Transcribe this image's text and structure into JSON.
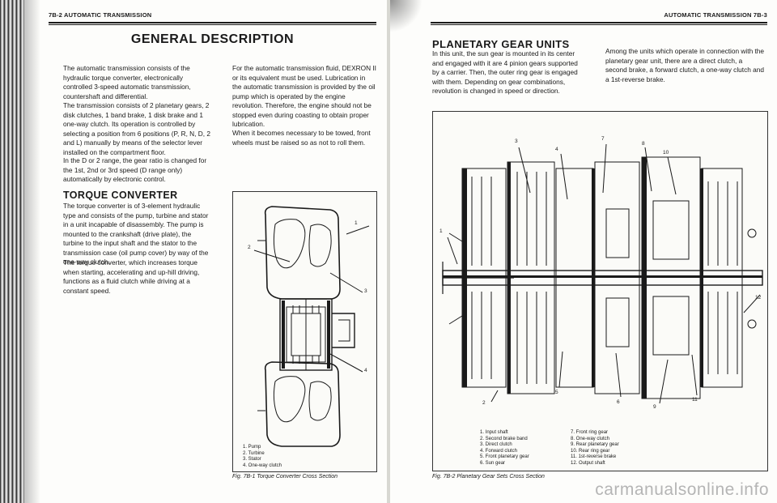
{
  "left": {
    "running_head": "7B-2 AUTOMATIC TRANSMISSION",
    "title": "GENERAL DESCRIPTION",
    "col1_paragraphs": [
      "The automatic transmission consists of the hydraulic torque converter, electronically controlled 3-speed automatic transmission, countershaft and differential.",
      "The transmission consists of 2 planetary gears, 2 disk clutches, 1 band brake, 1 disk brake and 1 one-way clutch. Its operation is controlled by selecting a position from 6 positions (P, R, N, D, 2 and L) manually by means of the selector lever installed on the compartment floor.",
      "In the D or 2 range, the gear ratio is changed for the 1st, 2nd or 3rd speed (D range only) automatically by electronic control."
    ],
    "col2_paragraphs": [
      "For the automatic transmission fluid, DEXRON II or its equivalent must be used. Lubrication in the automatic transmission is provided by the oil pump which is operated by the engine revolution. Therefore, the engine should not be stopped even during coasting to obtain proper lubrication.",
      "When it becomes necessary to be towed, front wheels must be raised so as not to roll them."
    ],
    "torque_heading": "TORQUE CONVERTER",
    "torque_paragraphs": [
      "The torque converter is of 3-element hydraulic type and consists of the pump, turbine and stator in a unit incapable of disassembly. The pump is mounted to the crankshaft (drive plate), the turbine to the input shaft and the stator to the transmission case (oil pump cover) by way of the one-way clutch.",
      "The torque converter, which increases torque when starting, accelerating and up-hill driving, functions as a fluid clutch while driving at a constant speed."
    ],
    "figure": {
      "callouts": [
        "1",
        "2",
        "3",
        "4"
      ],
      "legend": [
        "1. Pump",
        "2. Turbine",
        "3. Stator",
        "4. One-way clutch"
      ],
      "caption": "Fig. 7B-1 Torque Converter Cross Section"
    }
  },
  "right": {
    "running_head": "AUTOMATIC TRANSMISSION 7B-3",
    "heading": "PLANETARY GEAR UNITS",
    "col1_paragraph": "In this unit, the sun gear is mounted in its center and engaged with it are 4 pinion gears supported by a carrier. Then, the outer ring gear is engaged with them. Depending on gear combinations, revolution is changed in speed or direction.",
    "col2_paragraph": "Among the units which operate in connection with the planetary gear unit, there are a direct clutch, a second brake, a forward clutch, a one-way clutch and a 1st-reverse brake.",
    "figure": {
      "callouts": [
        "1",
        "2",
        "3",
        "4",
        "5",
        "6",
        "7",
        "8",
        "9",
        "10",
        "11",
        "12"
      ],
      "legend_col1": [
        "1. Input shaft",
        "2. Second brake band",
        "3. Direct clutch",
        "4. Forward clutch",
        "5. Front planetary gear",
        "6. Sun gear"
      ],
      "legend_col2": [
        "7. Front ring gear",
        "8. One-way clutch",
        "9. Rear planetary gear",
        "10. Rear ring gear",
        "11. 1st-reverse brake",
        "12. Output shaft"
      ],
      "caption": "Fig. 7B-2 Planetary Gear Sets Cross Section"
    }
  },
  "watermark": "carmanualsonline.info"
}
